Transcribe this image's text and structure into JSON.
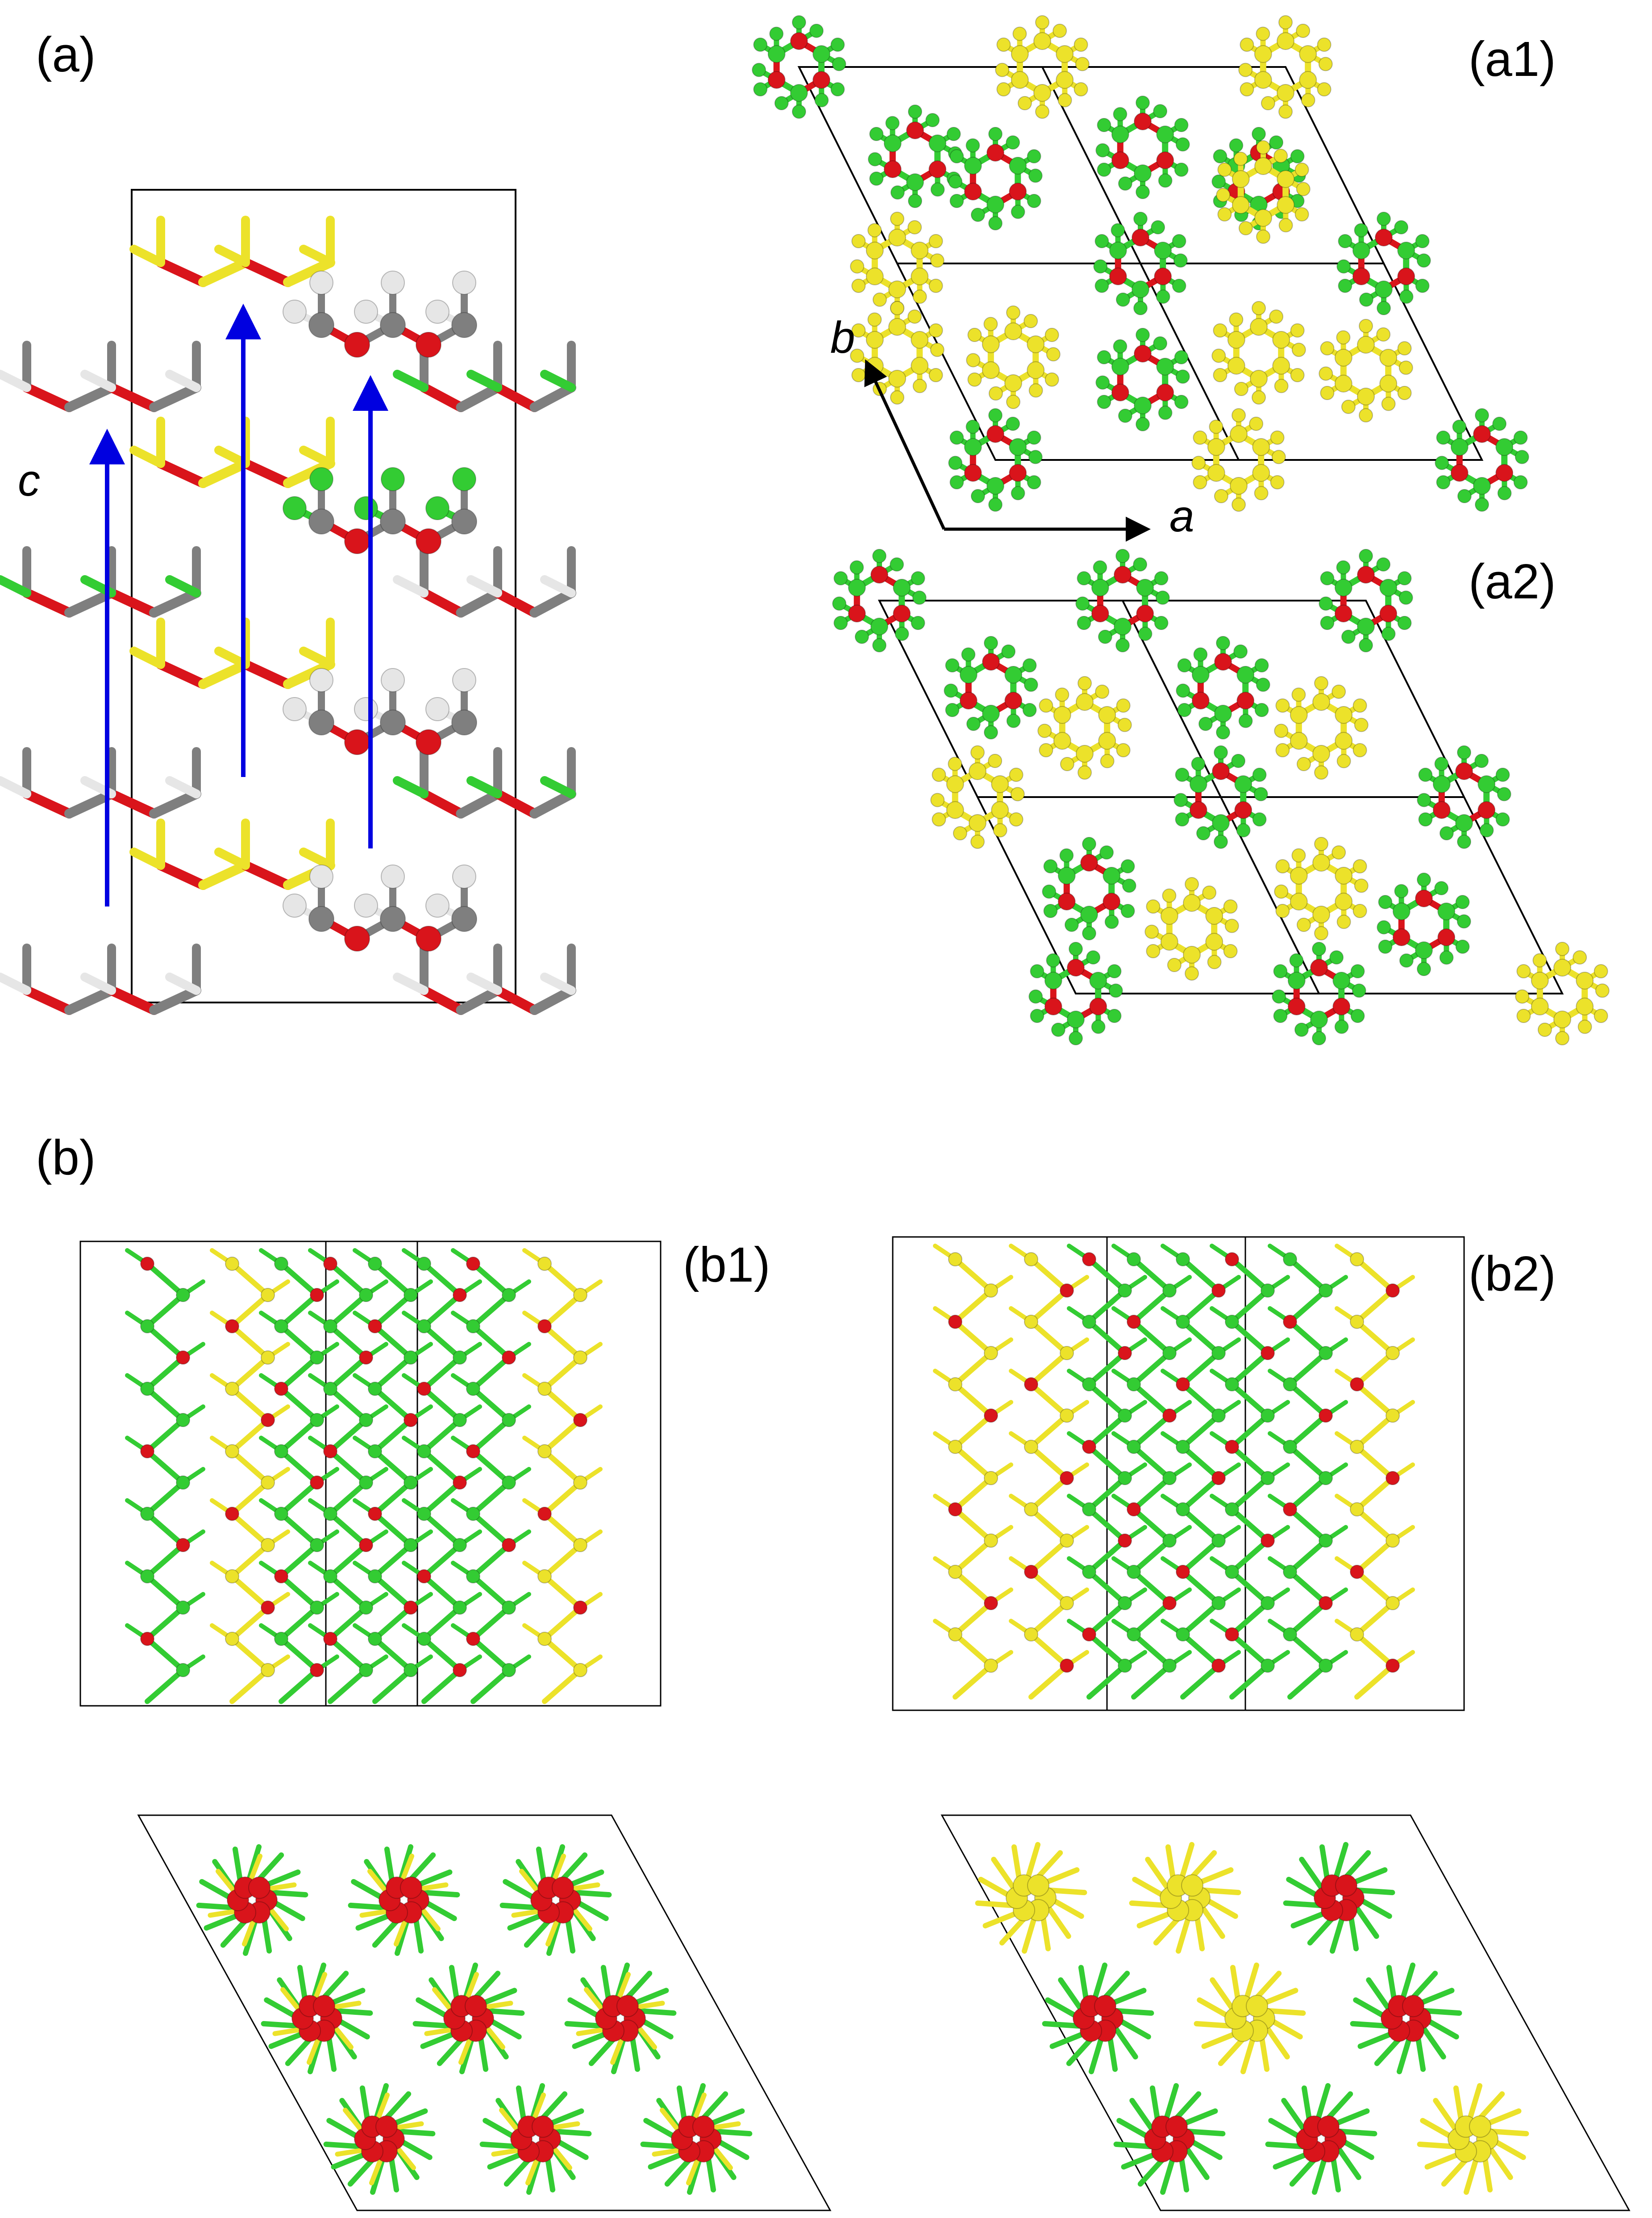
{
  "panel_labels": {
    "a": "(a)",
    "a1": "(a1)",
    "a2": "(a2)",
    "b": "(b)",
    "b1": "(b1)",
    "b2": "(b2)"
  },
  "axes": {
    "a": "a",
    "b": "b",
    "c": "c"
  },
  "colors": {
    "oxygen": "#d9141b",
    "carbon": "#7f7f7f",
    "hydrogen": "#e6e6e6",
    "chlorine": "#33cc33",
    "highlight": "#ece22a",
    "arrow": "#0000e0",
    "cell_edge": "#000000"
  }
}
